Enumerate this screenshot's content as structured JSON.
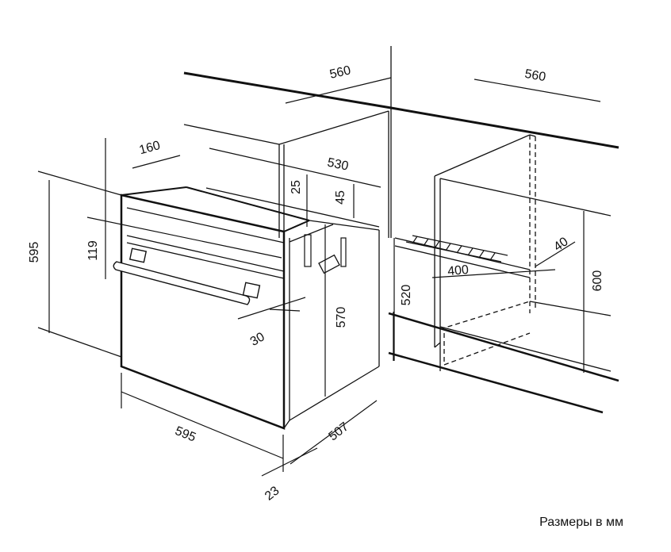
{
  "dimensions": {
    "cabinet_width_560_left": "560",
    "cabinet_width_560_right": "560",
    "depth_160": "160",
    "width_530": "530",
    "gap_25": "25",
    "gap_45": "45",
    "height_595": "595",
    "height_119": "119",
    "angle_30": "30",
    "height_570": "570",
    "height_520": "520",
    "height_600": "600",
    "vent_400": "400",
    "vent_40": "40",
    "width_595": "595",
    "depth_507": "507",
    "front_23": "23"
  },
  "note": "Размеры в мм",
  "colors": {
    "line": "#111111",
    "background": "#ffffff"
  }
}
